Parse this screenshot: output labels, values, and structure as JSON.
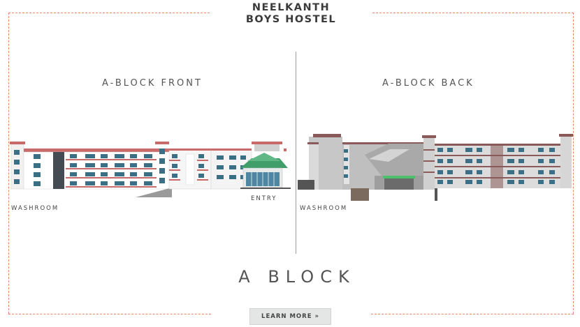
{
  "header": {
    "title_line1": "NEELKANTH",
    "title_line2": "BOYS HOSTEL"
  },
  "front": {
    "heading": "A-BLOCK FRONT",
    "left_label": "WASHROOM",
    "right_label": "ENTRY"
  },
  "back": {
    "heading": "A-BLOCK BACK",
    "left_label": "WASHROOM"
  },
  "section_title": "A BLOCK",
  "cta": {
    "label": "LEARN MORE »"
  },
  "colors": {
    "frame_dash": "#e8876a",
    "roof_red": "#c96a6a",
    "window_teal": "#3b6f86",
    "entry_roof_green": "#3f9e6a"
  }
}
